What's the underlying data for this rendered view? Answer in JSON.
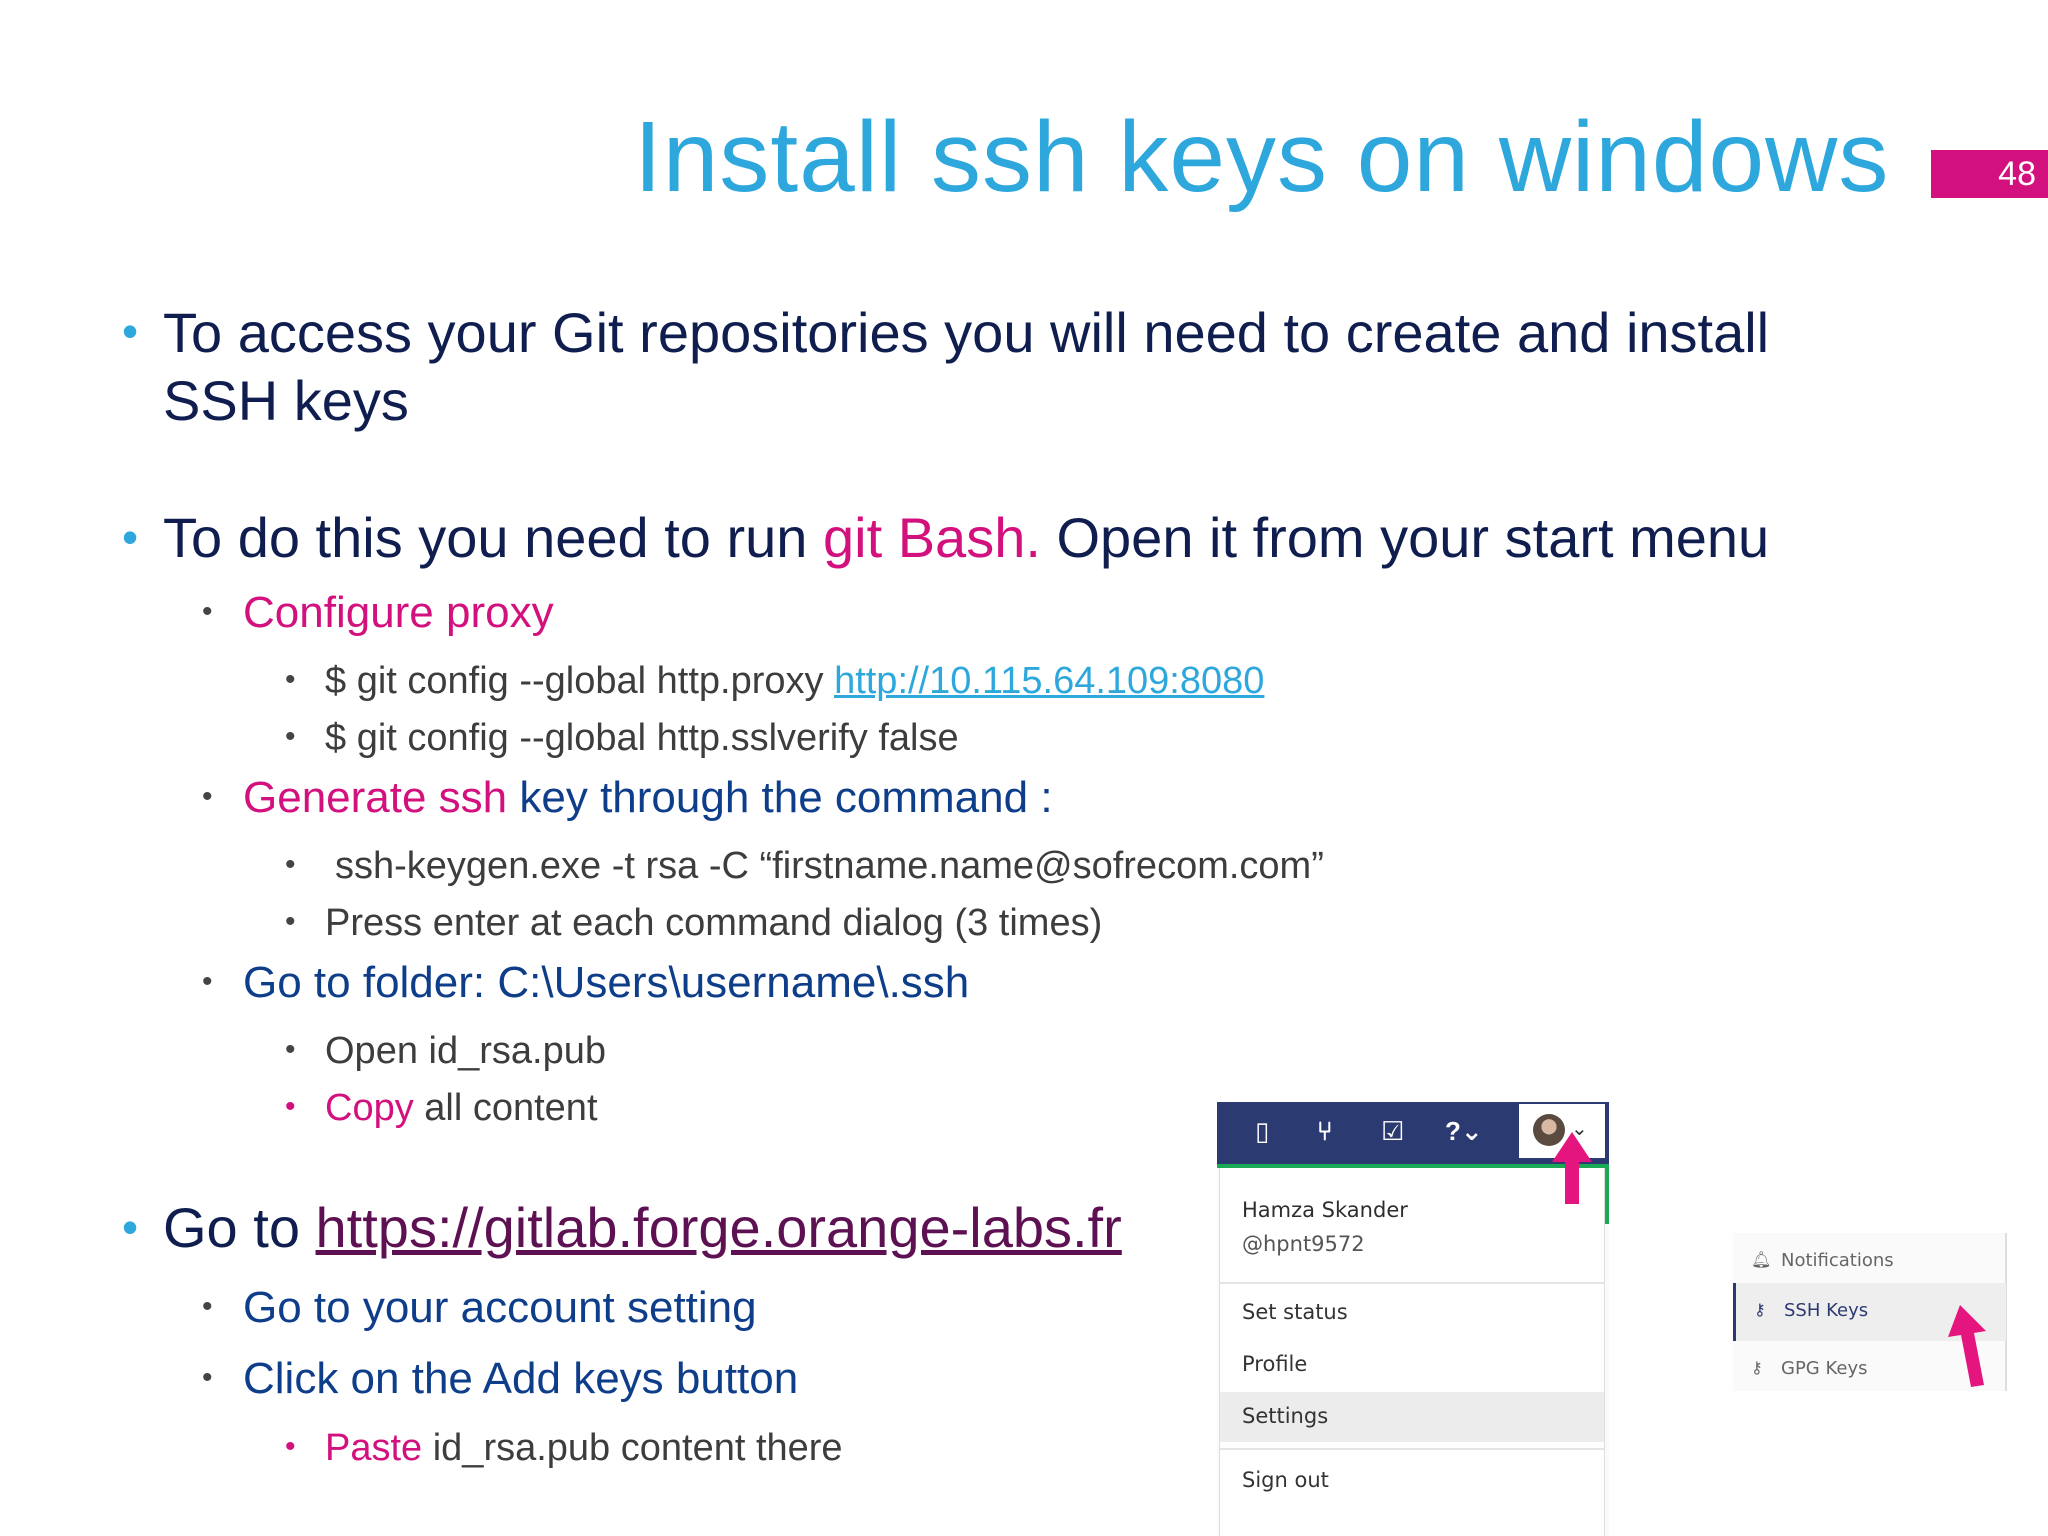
{
  "title": "Install ssh keys on windows",
  "slide_number": "48",
  "bullets": {
    "b1_line1": "To access your Git repositories you will need to create and install",
    "b1_line2": "SSH keys",
    "b2_a": "To do this you need to run ",
    "b2_b": "git Bash.",
    "b2_c": " Open it from your start menu",
    "configure_proxy": "Configure proxy",
    "proxy_cmd": "$ git config --global http.proxy ",
    "proxy_url": "http://10.115.64.109:8080",
    "sslverify_cmd": "$ git config --global http.sslverify false",
    "generate_a": "Generate ssh",
    "generate_b": " key through the command :",
    "keygen_cmd": "ssh-keygen.exe -t rsa -C “firstname.name@sofrecom.com”",
    "press_enter": "Press enter at each command dialog (3 times)",
    "goto_folder": "Go to folder: C:\\Users\\username\\.ssh",
    "open_pub": "Open id_rsa.pub",
    "copy_a": "Copy",
    "copy_b": " all content",
    "goto_a": "Go to ",
    "goto_url": "https://gitlab.forge.orange-labs.fr",
    "account_setting": "Go to your account setting",
    "add_keys": "Click on the Add keys button",
    "paste_a": "Paste",
    "paste_b": " id_rsa.pub content there"
  },
  "gitlab_dropdown": {
    "user_name": "Hamza Skander",
    "user_handle": "@hpnt9572",
    "items": [
      "Set status",
      "Profile",
      "Settings",
      "Sign out"
    ],
    "active_item": "Settings"
  },
  "settings_menu": {
    "items": [
      "Notifications",
      "SSH Keys",
      "GPG Keys"
    ],
    "active_item": "SSH Keys"
  },
  "colors": {
    "title": "#2ea8dc",
    "accent_pink": "#d3117e",
    "navy": "#0f1e4f",
    "gitlab_header": "#2b3a70"
  }
}
